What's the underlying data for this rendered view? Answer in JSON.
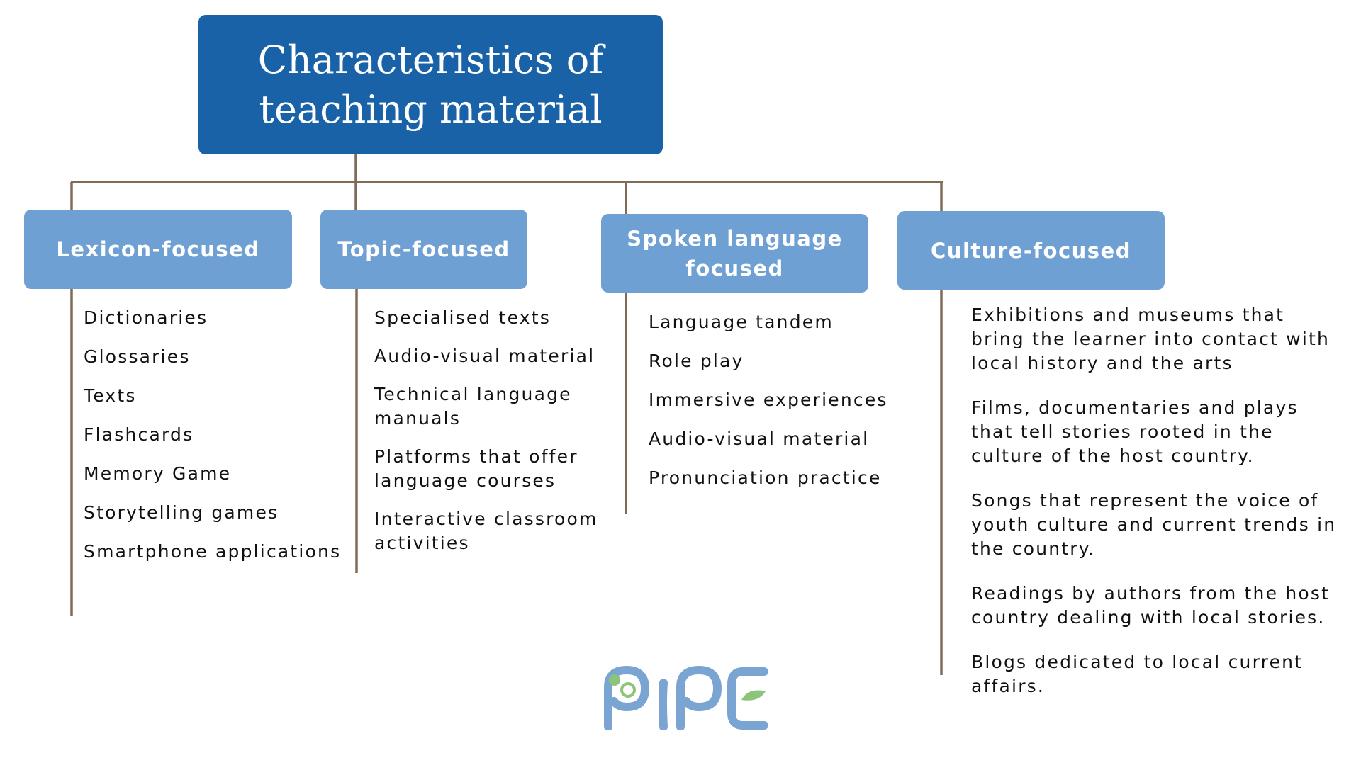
{
  "title": "Characteristics of\nteaching material",
  "categories": [
    {
      "label": "Lexicon-focused",
      "items": [
        "Dictionaries",
        "Glossaries",
        "Texts",
        "Flashcards",
        "Memory Game",
        "Storytelling games",
        "Smartphone applications"
      ]
    },
    {
      "label": "Topic-focused",
      "items": [
        "Specialised texts",
        "Audio-visual material",
        "Technical language manuals",
        "Platforms that offer language courses",
        "Interactive classroom activities"
      ]
    },
    {
      "label": "Spoken language\nfocused",
      "items": [
        "Language tandem",
        "Role play",
        "Immersive experiences",
        "Audio-visual material",
        "Pronunciation practice"
      ]
    },
    {
      "label": "Culture-focused",
      "items": [
        "Exhibitions and museums that bring the learner into contact with local history and the arts",
        "Films, documentaries and plays that tell stories rooted in the culture of the host country.",
        "Songs that represent the voice of youth culture and current trends in the country.",
        "Readings by authors from the host country dealing with local stories.",
        "Blogs dedicated to local current affairs."
      ]
    }
  ],
  "logo": {
    "text": "PIPE"
  },
  "colors": {
    "title_box": "#1a62a8",
    "category_box": "#6fa0d4",
    "connector": "#7f6b56",
    "logo_blue": "#7aa4d2",
    "logo_green": "#8cc47a"
  }
}
